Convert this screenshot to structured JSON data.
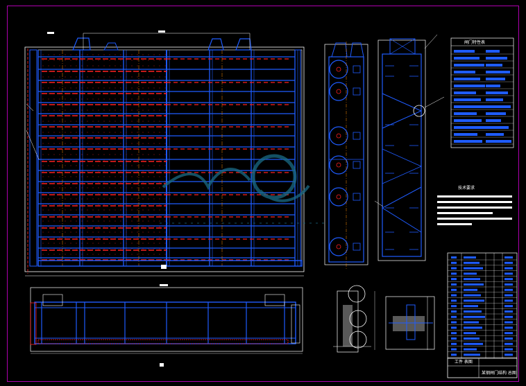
{
  "drawing": {
    "background": "#000000",
    "colors": {
      "frame": "#b000b0",
      "outline": "#ffffff",
      "structure": "#1f5cff",
      "hatch_red": "#ff2020",
      "centerline": "#ff8c00",
      "dimension": "#00c8c8",
      "watermark": "#1a6b86"
    },
    "labels": {
      "table1_title": "闸门特性表",
      "table2_title": "技术要求",
      "table3_title": "工件 表图",
      "title_block": "某钢闸门结构 总图"
    }
  }
}
